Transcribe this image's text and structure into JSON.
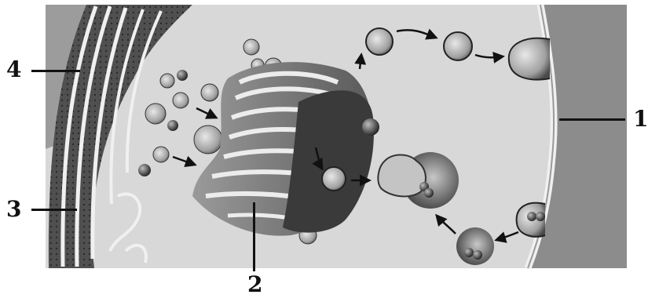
{
  "labels": {
    "l1": "1",
    "l2": "2",
    "l3": "3",
    "l4": "4"
  },
  "colors": {
    "cytoplasm": "#d9d9d9",
    "outside": "#8a8a8a",
    "organelle_dark": "#3a3a3a",
    "membrane": "#f2f2f2"
  }
}
